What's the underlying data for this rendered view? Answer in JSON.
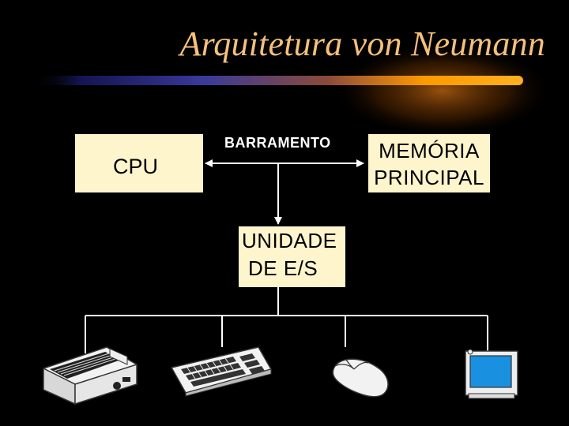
{
  "slide": {
    "title": "Arquitetura von Neumann"
  },
  "diagram": {
    "cpu_label": "CPU",
    "bus_label": "BARRAMENTO",
    "memory_line1": "MEMÓRIA",
    "memory_line2": "PRINCIPAL",
    "io_line1": "UNIDADE",
    "io_line2": "DE E/S"
  },
  "devices": [
    {
      "icon": "printer-icon"
    },
    {
      "icon": "keyboard-icon"
    },
    {
      "icon": "mouse-icon"
    },
    {
      "icon": "monitor-icon"
    }
  ],
  "colors": {
    "background": "#000000",
    "title": "#f5c07a",
    "box_fill": "#fff5cc",
    "lines": "#ffffff",
    "accent": "#ff9a00"
  }
}
